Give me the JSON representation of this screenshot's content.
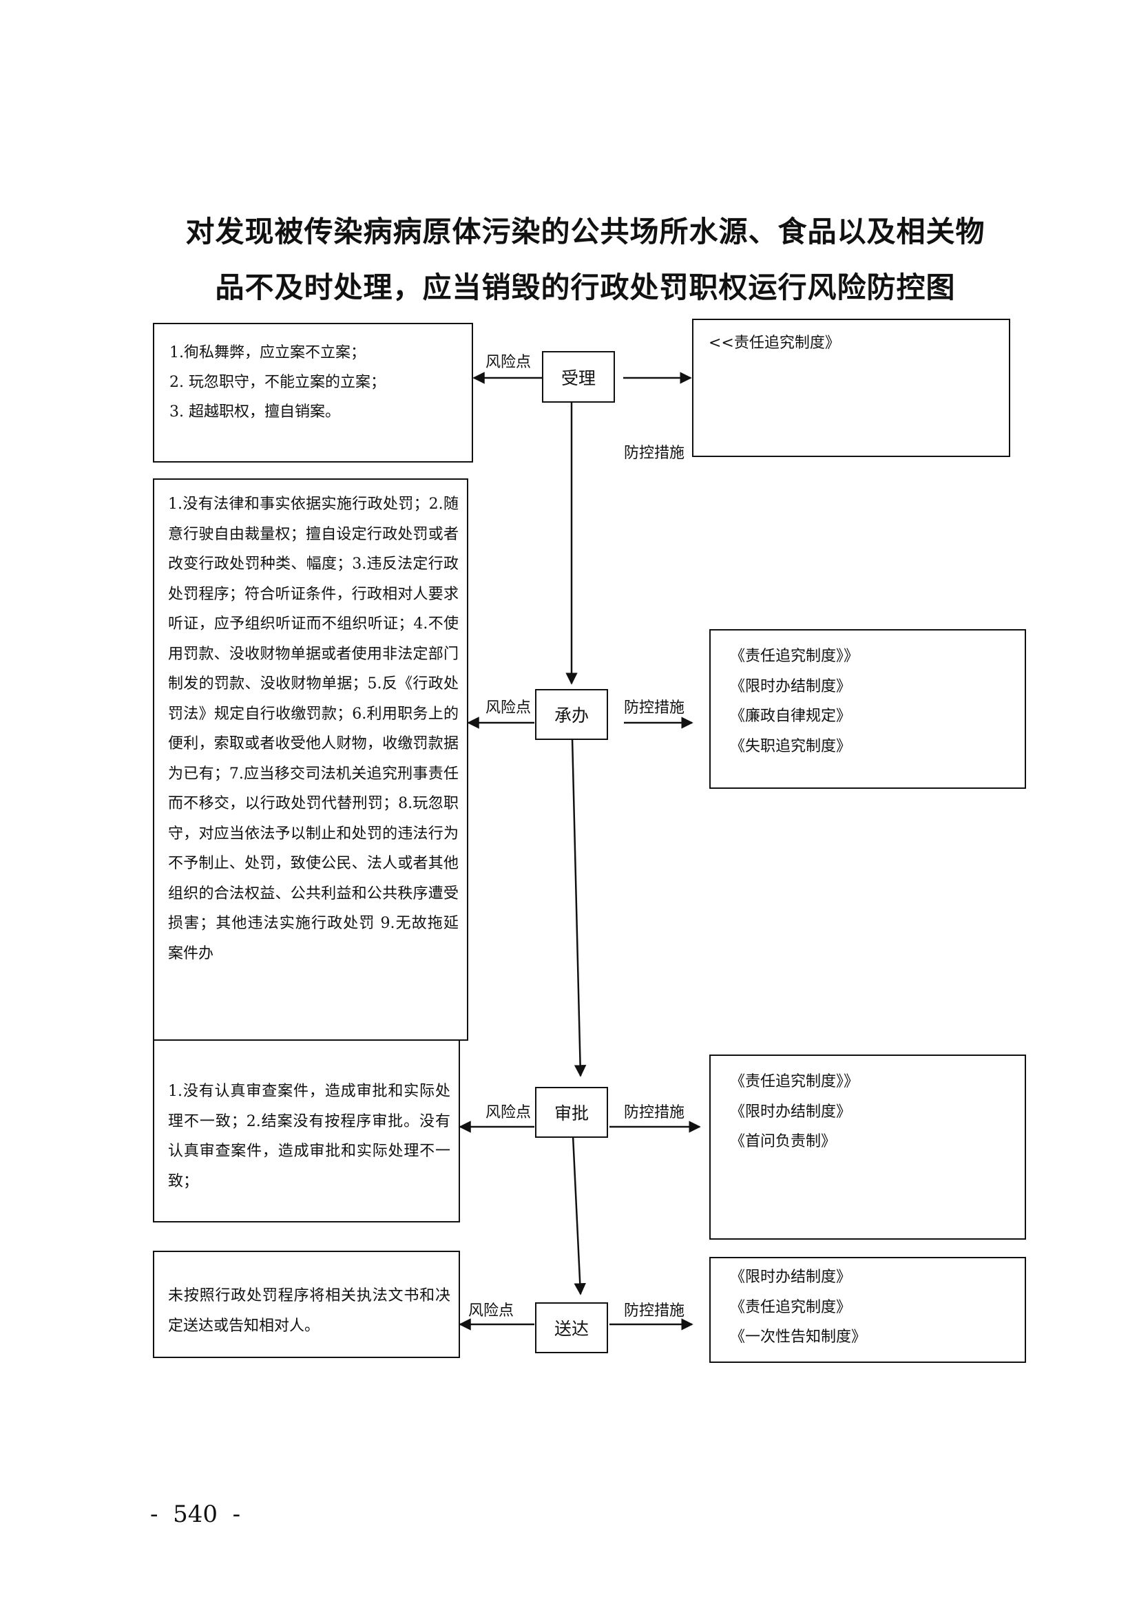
{
  "title": {
    "line1": "对发现被传染病病原体污染的公共场所水源、食品以及相关物",
    "line2": "品不及时处理，应当销毁的行政处罚职权运行风险防控图"
  },
  "steps": {
    "s1": "受理",
    "s2": "承办",
    "s3": "审批",
    "s4": "送达"
  },
  "labels": {
    "risk_point": "风险点",
    "control_measure": "防控措施"
  },
  "risks": {
    "r1": [
      "1.徇私舞弊，应立案不立案；",
      "2.  玩忽职守，不能立案的立案；",
      "3.  超越职权，擅自销案。"
    ],
    "r2": "1.没有法律和事实依据实施行政处罚；2.随意行驶自由裁量权；擅自设定行政处罚或者改变行政处罚种类、幅度；3.违反法定行政处罚程序；符合听证条件，行政相对人要求听证，应予组织听证而不组织听证；4.不使用罚款、没收财物单据或者使用非法定部门制发的罚款、没收财物单据；5.反《行政处罚法》规定自行收缴罚款；6.利用职务上的便利，索取或者收受他人财物，收缴罚款据为已有；7.应当移交司法机关追究刑事责任而不移交，以行政处罚代替刑罚；8.玩忽职守，对应当依法予以制止和处罚的违法行为不予制止、处罚，致使公民、法人或者其他组织的合法权益、公共利益和公共秩序遭受损害；其他违法实施行政处罚 9.无故拖延案件办",
    "r3": "1.没有认真审查案件，造成审批和实际处理不一致；2.结案没有按程序审批。没有认真审查案件，造成审批和实际处理不一致；",
    "r4": "未按照行政处罚程序将相关执法文书和决定送达或告知相对人。"
  },
  "measures": {
    "m1": [
      "<<责任追究制度》"
    ],
    "m2": [
      "《责任追究制度》》",
      "《限时办结制度》",
      "《廉政自律规定》",
      "《失职追究制度》"
    ],
    "m3": [
      "《责任追究制度》》",
      "《限时办结制度》",
      "《首问负责制》"
    ],
    "m4": [
      "《限时办结制度》",
      "《责任追究制度》",
      "《一次性告知制度》"
    ]
  },
  "page_number": "-  540  -"
}
